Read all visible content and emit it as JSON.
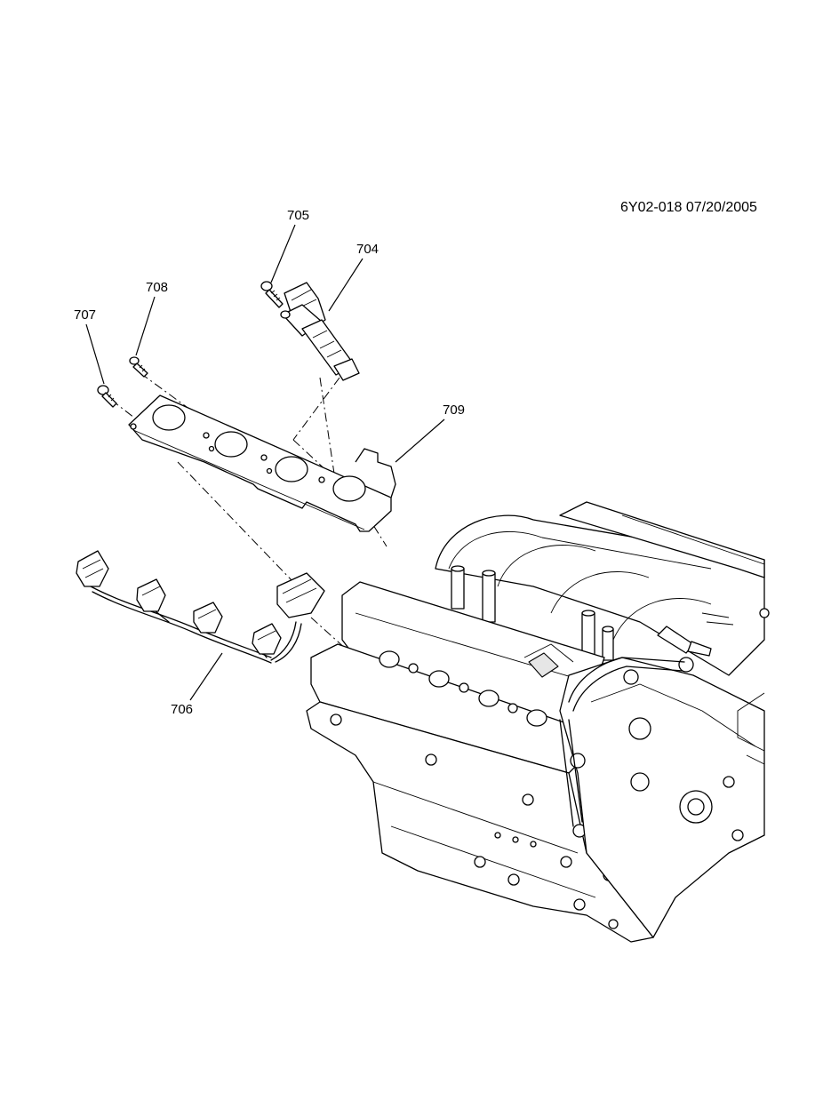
{
  "document_id": "6Y02-018  07/20/2005",
  "callouts": {
    "c704": "704",
    "c705": "705",
    "c706": "706",
    "c707": "707",
    "c708": "708",
    "c709": "709"
  }
}
